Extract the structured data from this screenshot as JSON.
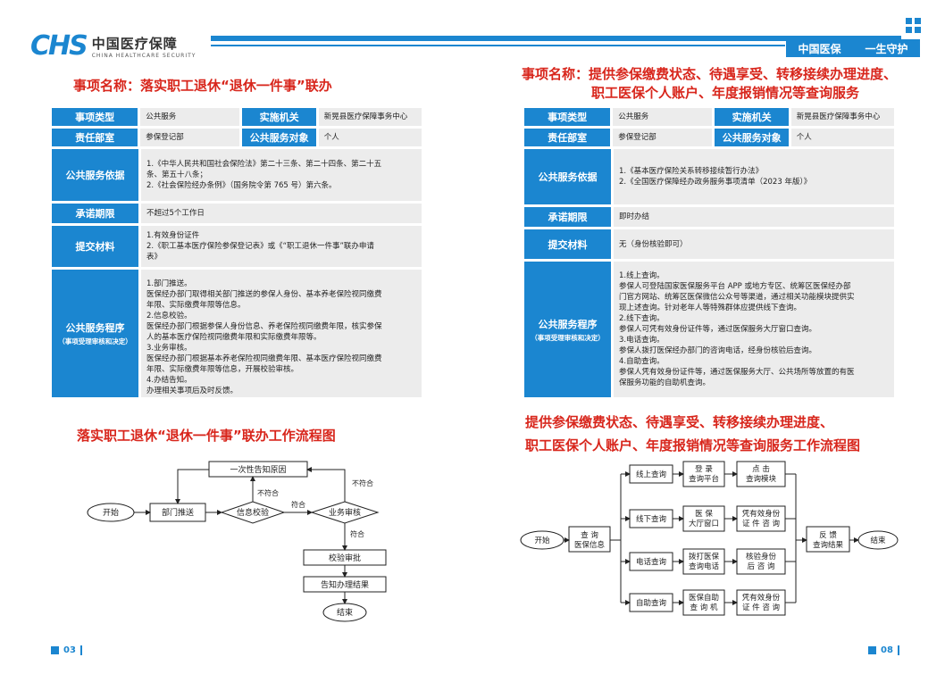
{
  "header": {
    "logo_mark": "CHS",
    "logo_cn": "中国医疗保障",
    "logo_en": "CHINA HEALTHCARE SECURITY",
    "slogan_a": "中国医保",
    "slogan_b": "一生守护",
    "brand_color": "#1b86d0",
    "title_color": "#d8261c"
  },
  "left": {
    "title_key": "事项名称：",
    "title_value": "落实职工退休“退休一件事”联办",
    "rows": {
      "type_label": "事项类型",
      "type_value": "公共服务",
      "agency_label": "实施机关",
      "agency_value": "新晃县医疗保障事务中心",
      "dept_label": "责任部室",
      "dept_value": "参保登记部",
      "target_label": "公共服务对象",
      "target_value": "个人",
      "basis_label": "公共服务依据",
      "basis_value": "1.《中华人民共和国社会保险法》第二十三条、第二十四条、第二十五\n条、第五十八条；\n2.《社会保险经办条例》（国务院令第 765 号）第六条。",
      "deadline_label": "承诺期限",
      "deadline_value": "不超过5个工作日",
      "materials_label": "提交材料",
      "materials_value": "1.有效身份证件\n2.《职工基本医疗保险参保登记表》或《“职工退休一件事”联办申请\n表》",
      "procedure_label": "公共服务程序",
      "procedure_sub": "（事项受理审核和决定）",
      "procedure_value": "1.部门推送。\n医保经办部门取得相关部门推送的参保人身份、基本养老保险视同缴费\n年限、实际缴费年限等信息。\n2.信息校验。\n医保经办部门根据参保人身份信息、养老保险视同缴费年限，核实参保\n人的基本医疗保险视同缴费年限和实际缴费年限等。\n3.业务审核。\n医保经办部门根据基本养老保险视同缴费年限、基本医疗保险视同缴费\n年限、实际缴费年限等信息，开展校验审核。\n4.办结告知。\n办理相关事项后及时反馈。"
    },
    "flow_title": "落实职工退休“退休一件事”联办工作流程图",
    "flow": {
      "start": "开始",
      "push": "部门推送",
      "verify": "信息校验",
      "review": "业务审核",
      "notify_reason": "一次性告知原因",
      "check_approve": "校验审批",
      "inform_result": "告知办理结果",
      "end": "结束",
      "ok": "符合",
      "not_ok": "不符合"
    },
    "page_number": "03"
  },
  "right": {
    "title_key": "事项名称：",
    "title_line1": "提供参保缴费状态、待遇享受、转移接续办理进度、",
    "title_line2": "职工医保个人账户、年度报销情况等查询服务",
    "rows": {
      "type_label": "事项类型",
      "type_value": "公共服务",
      "agency_label": "实施机关",
      "agency_value": "新晃县医疗保障事务中心",
      "dept_label": "责任部室",
      "dept_value": "参保登记部",
      "target_label": "公共服务对象",
      "target_value": "个人",
      "basis_label": "公共服务依据",
      "basis_value": "1.《基本医疗保险关系转移接续暂行办法》\n2.《全国医疗保障经办政务服务事项清单（2023 年版）》",
      "deadline_label": "承诺期限",
      "deadline_value": "即时办结",
      "materials_label": "提交材料",
      "materials_value": "无（身份核验即可）",
      "procedure_label": "公共服务程序",
      "procedure_sub": "（事项受理审核和决定）",
      "procedure_value": "1.线上查询。\n参保人可登陆国家医保服务平台 APP 或地方专区、统筹区医保经办部\n门官方网站、统筹区医保微信公众号等渠道，通过相关功能模块提供实\n现上述查询。针对老年人等特殊群体应提供线下查询。\n2.线下查询。\n参保人可凭有效身份证件等，通过医保服务大厅窗口查询。\n3.电话查询。\n参保人拨打医保经办部门的咨询电话，经身份核验后查询。\n4.自助查询。\n参保人凭有效身份证件等，通过医保服务大厅、公共场所等放置的有医\n保服务功能的自助机查询。"
    },
    "flow_title_line1": "提供参保缴费状态、待遇享受、转移接续办理进度、",
    "flow_title_line2": "职工医保个人账户、年度报销情况等查询服务工作流程图",
    "flow": {
      "start": "开始",
      "query1": "查  询",
      "query2": "医保信息",
      "online": "线上查询",
      "offline": "线下查询",
      "phone": "电话查询",
      "self": "自助查询",
      "a1": "登  录",
      "a2": "查询平台",
      "b1": "医  保",
      "b2": "大厅窗口",
      "c1": "拨打医保",
      "c2": "查询电话",
      "d1": "医保自助",
      "d2": "查  询  机",
      "e1": "点  击",
      "e2": "查询模块",
      "f1": "凭有效身份",
      "f2": "证  件  咨  询",
      "g1": "核验身份",
      "g2": "后  咨  询",
      "h1": "凭有效身份",
      "h2": "证  件  咨  询",
      "fb1": "反  馈",
      "fb2": "查询结果",
      "end": "结束"
    },
    "page_number": "08"
  }
}
